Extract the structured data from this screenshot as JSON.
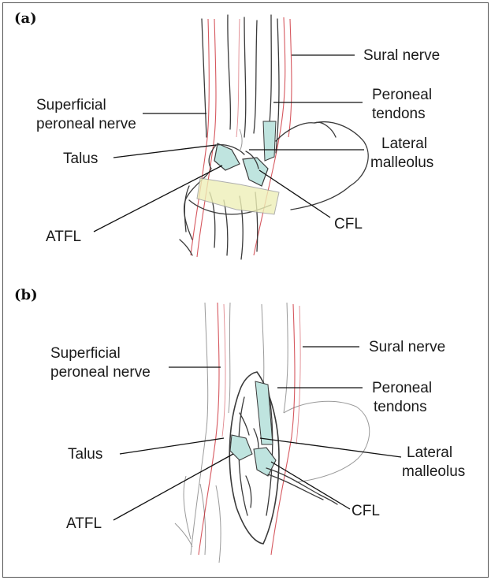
{
  "panels": [
    {
      "label": "(a)",
      "labels": {
        "sural": "Sural nerve",
        "superficial_1": "Superficial",
        "superficial_2": "peroneal nerve",
        "peroneal_1": "Peroneal",
        "peroneal_2": "tendons",
        "talus": "Talus",
        "lateral_1": "Lateral",
        "lateral_2": "malleolus",
        "atfl": "ATFL",
        "cfl": "CFL"
      }
    },
    {
      "label": "(b)",
      "labels": {
        "sural": "Sural nerve",
        "superficial_1": "Superficial",
        "superficial_2": "peroneal nerve",
        "peroneal_1": "Peroneal",
        "peroneal_2": "tendons",
        "talus": "Talus",
        "lateral_1": "Lateral",
        "lateral_2": "malleolus",
        "atfl": "ATFL",
        "cfl": "CFL"
      }
    }
  ],
  "colors": {
    "ligament_fill": "#bfe4df",
    "ligament_yellow": "#eef0b8",
    "nerve_red": "#c8202a",
    "ink": "#3a3a3a"
  }
}
